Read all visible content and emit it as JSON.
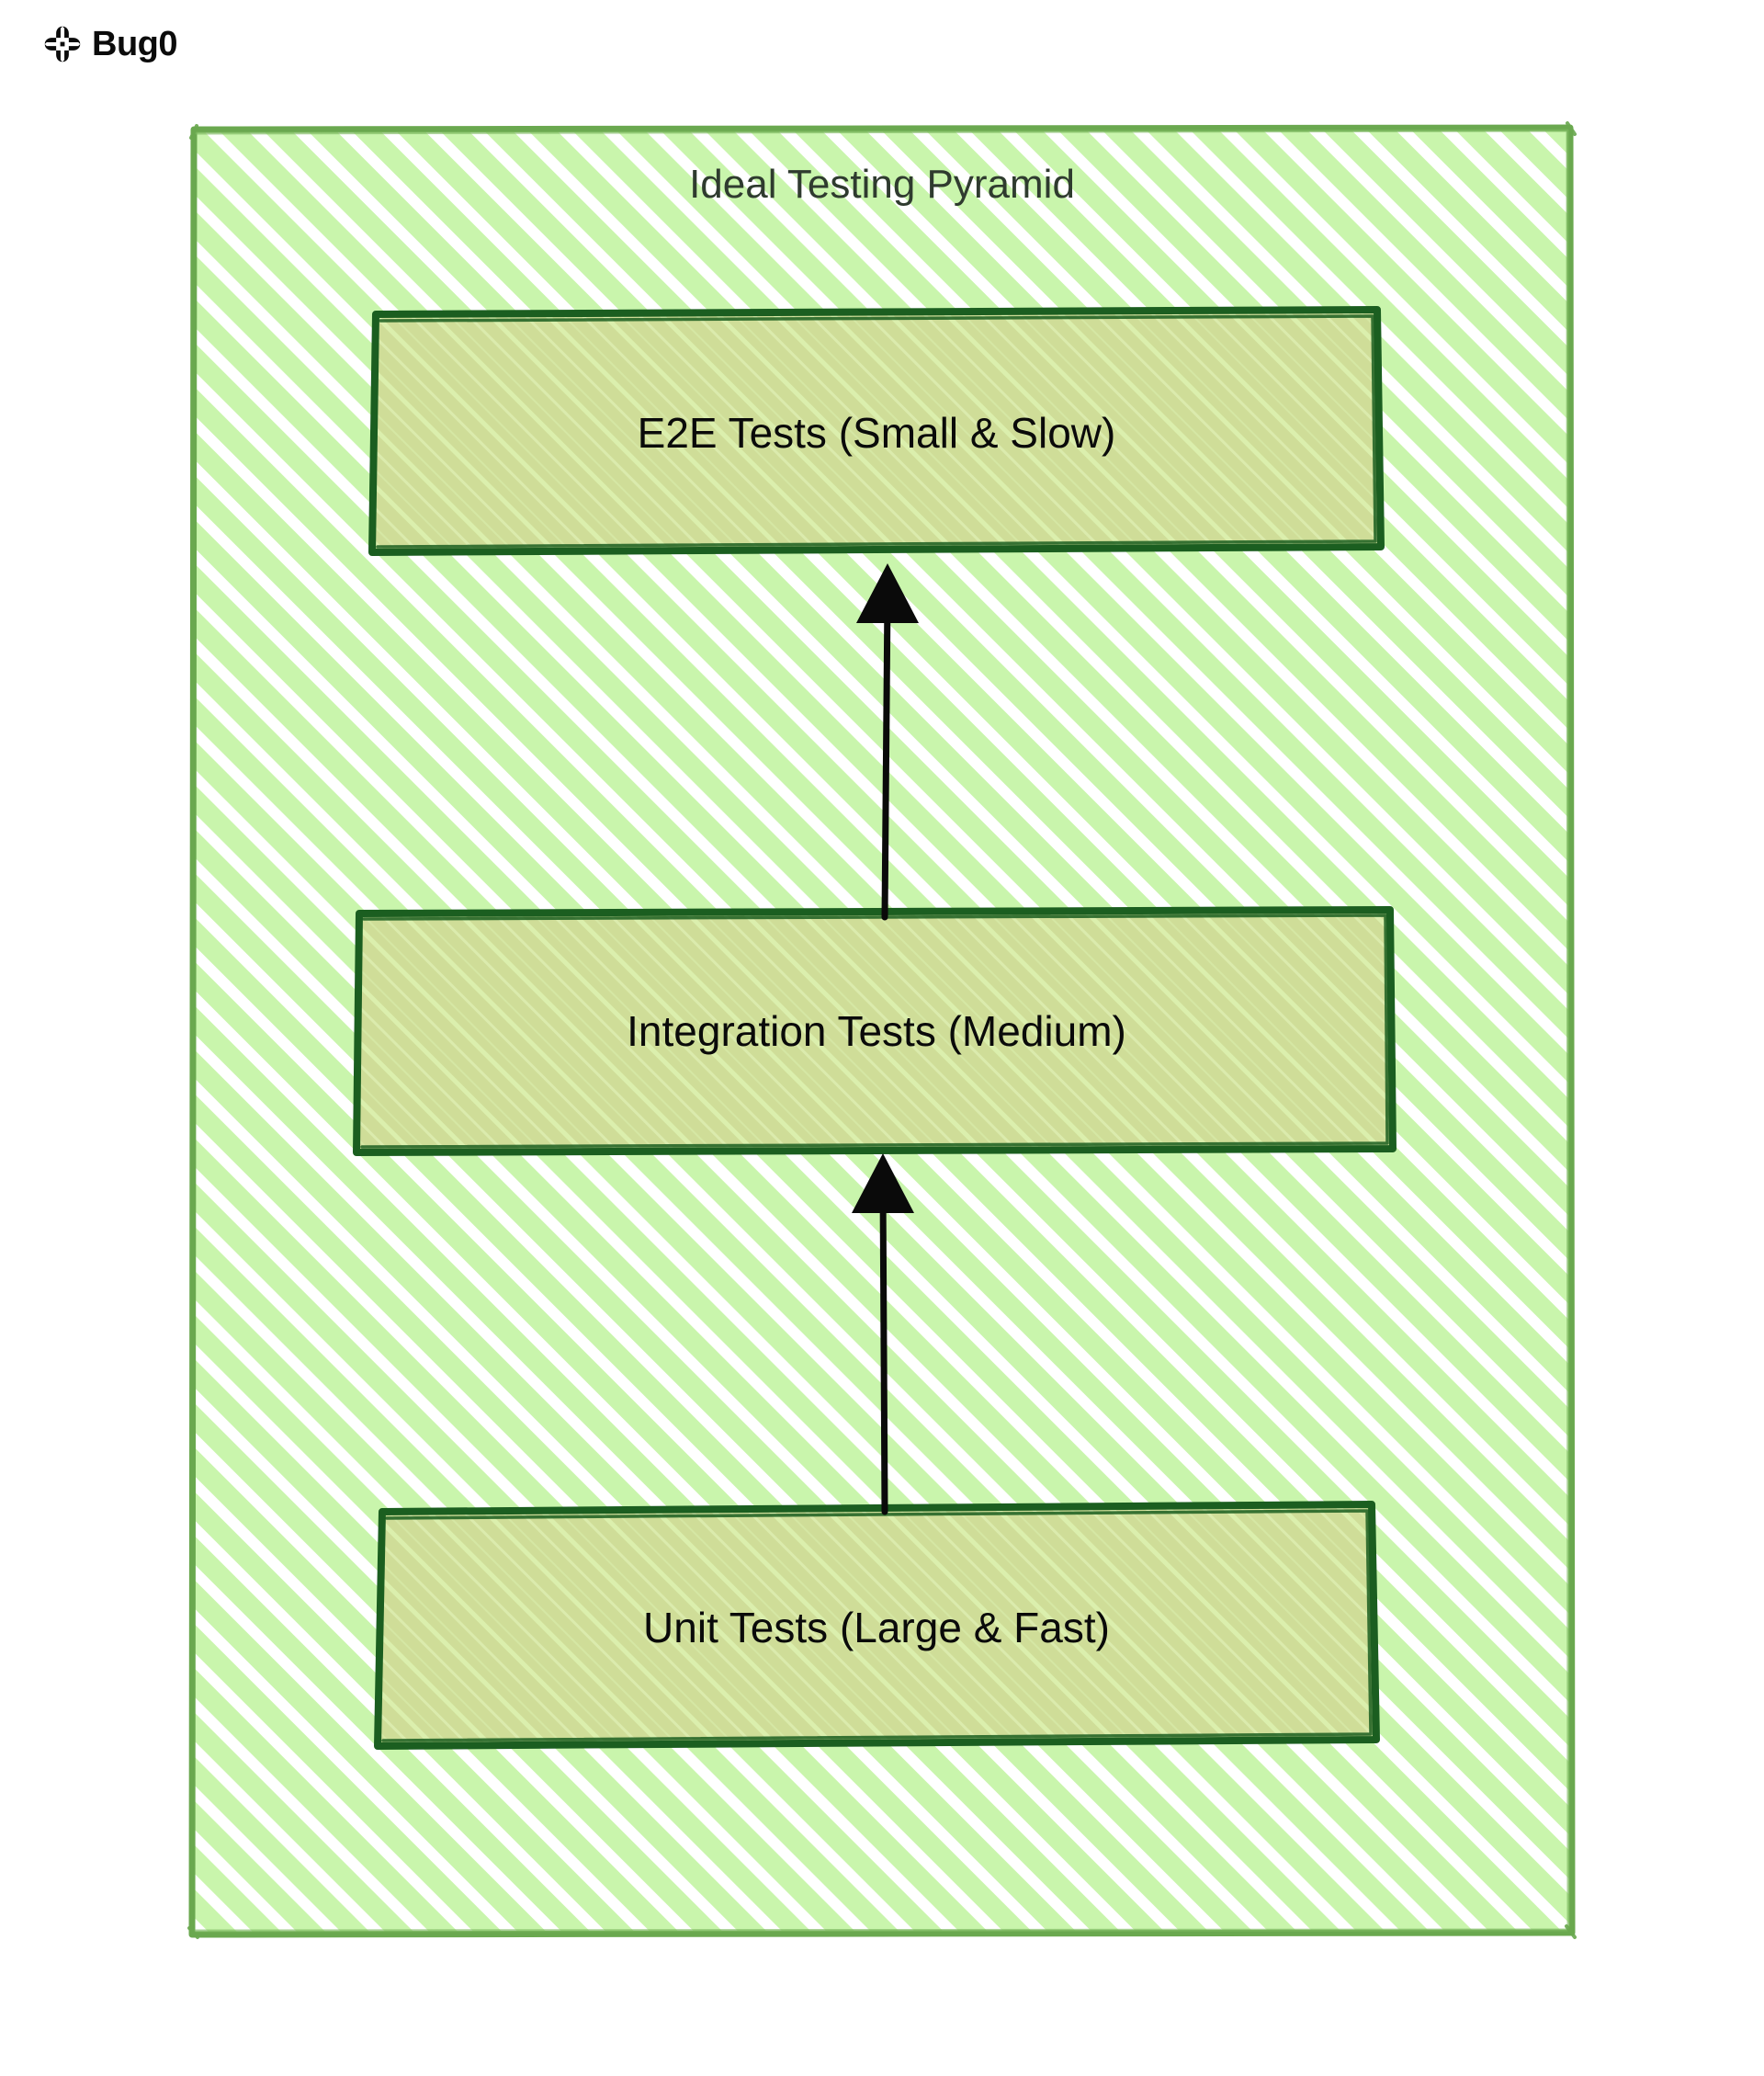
{
  "brand": {
    "name": "Bug0",
    "mark_icon": "pinwheel-logo-icon"
  },
  "diagram": {
    "title": "Ideal Testing Pyramid",
    "style": "hand-drawn-sketch",
    "container": {
      "border_color": "#6aa84f",
      "fill_color": "#c9f5ac",
      "hatch_pattern": "diagonal-45"
    },
    "node_style": {
      "border_color": "#1b5e20",
      "fill_color": "#cfdd98"
    },
    "edge_color": "#0a0a0a",
    "nodes": [
      {
        "id": "e2e",
        "label": "E2E Tests (Small & Slow)",
        "level": "top"
      },
      {
        "id": "integration",
        "label": "Integration Tests (Medium)",
        "level": "middle"
      },
      {
        "id": "unit",
        "label": "Unit Tests (Large & Fast)",
        "level": "bottom"
      }
    ],
    "edges": [
      {
        "id": "unit-to-integration",
        "from": "unit",
        "to": "integration",
        "arrow": "up"
      },
      {
        "id": "integration-to-e2e",
        "from": "integration",
        "to": "e2e",
        "arrow": "up"
      }
    ]
  }
}
